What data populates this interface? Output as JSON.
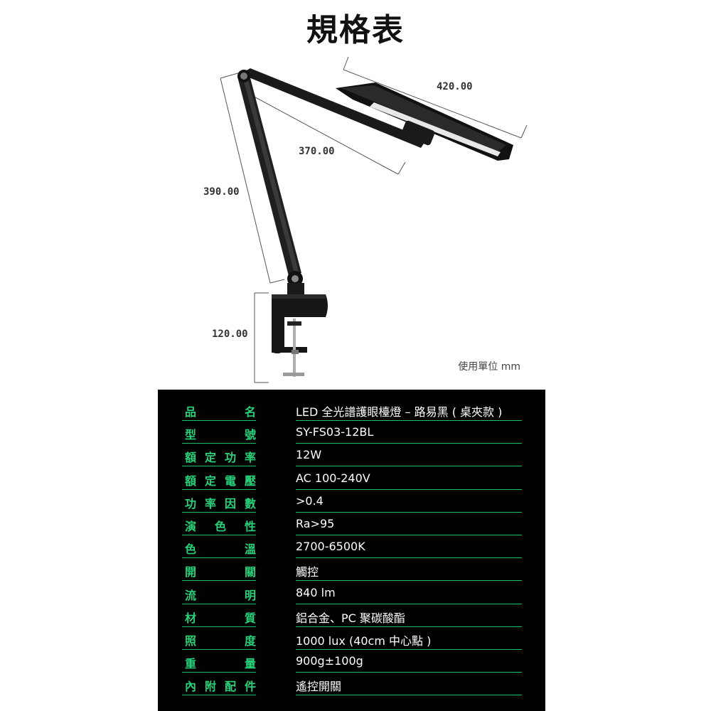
{
  "page": {
    "title": "規格表"
  },
  "dimensions": {
    "lamp_head": "420.00",
    "upper_arm": "370.00",
    "lower_arm": "390.00",
    "base": "120.00",
    "unit_note": "使用單位 mm"
  },
  "colors": {
    "accent": "#28d27a",
    "panel_bg": "#000000",
    "divider": "#1fc06a"
  },
  "specs": [
    {
      "label": "品名",
      "value": "LED 全光譜護眼檯燈 – 路易黑 ( 桌夾款 )"
    },
    {
      "label": "型號",
      "value": "SY-FS03-12BL"
    },
    {
      "label": "額定功率",
      "value": "12W"
    },
    {
      "label": "額定電壓",
      "value": "AC 100-240V"
    },
    {
      "label": "功率因數",
      "value": ">0.4"
    },
    {
      "label": "演色性",
      "value": "Ra>95"
    },
    {
      "label": "色溫",
      "value": "2700-6500K"
    },
    {
      "label": "開關",
      "value": "觸控"
    },
    {
      "label": "流明",
      "value": "840 lm"
    },
    {
      "label": "材質",
      "value": "鋁合金、PC 聚碳酸酯"
    },
    {
      "label": "照度",
      "value": "1000 lux (40cm 中心點 )"
    },
    {
      "label": "重量",
      "value": "900g±100g"
    },
    {
      "label": "內附配件",
      "value": "遙控開關"
    }
  ]
}
